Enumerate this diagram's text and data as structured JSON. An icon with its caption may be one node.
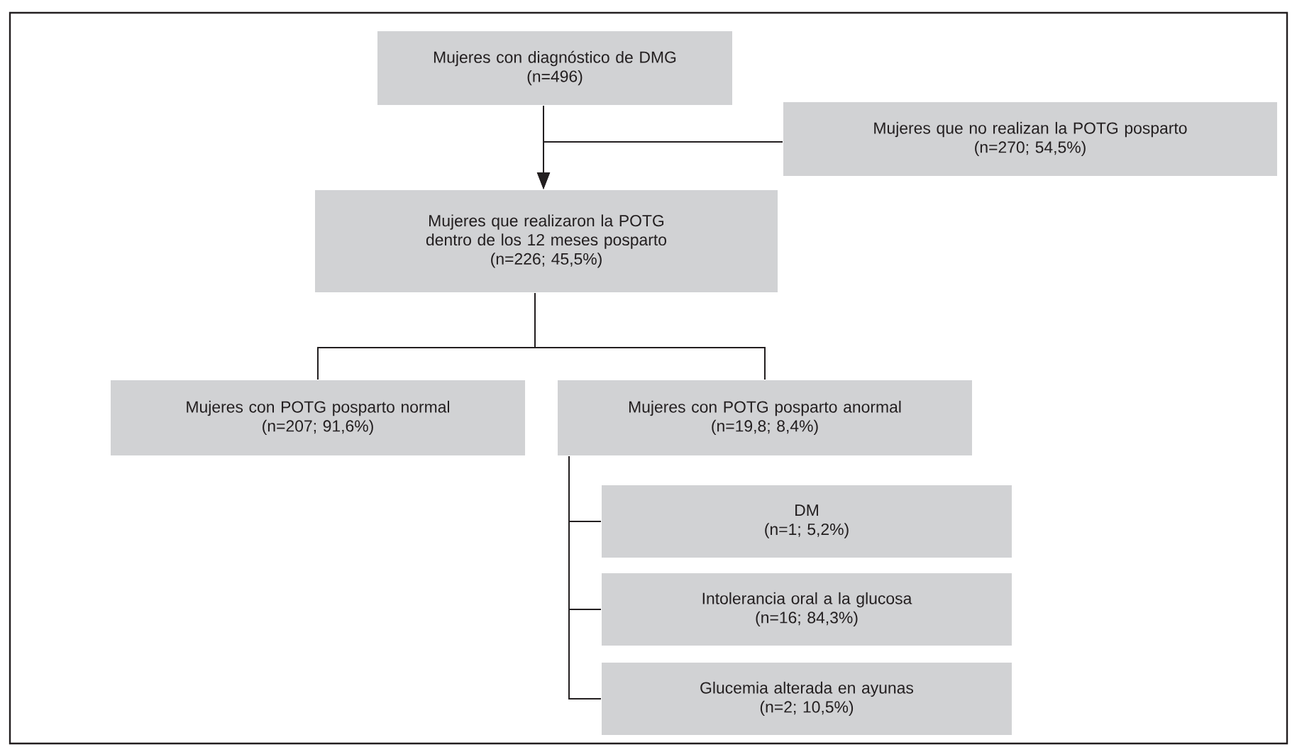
{
  "diagram": {
    "nodes": [
      {
        "text": [
          "Mujeres con diagnóstico de DMG",
          "(n=496)"
        ]
      },
      {
        "text": [
          "Mujeres que no realizan la POTG posparto",
          "(n=270; 54,5%)"
        ]
      },
      {
        "text": [
          "Mujeres que realizaron la POTG dentro de los 12 meses posparto",
          "(n=226; 45,5%)"
        ]
      },
      {
        "text": [
          "Mujeres con POTG posparto normal",
          "(n=207; 91,6%)"
        ]
      },
      {
        "text": [
          "Mujeres con POTG posparto anormal",
          "(n=19,8; 8,4%)"
        ]
      },
      {
        "text": [
          "DM",
          "(n=1; 5,2%)"
        ]
      },
      {
        "text": [
          "Intolerancia oral a la glucosa",
          "(n=16; 84,3%)"
        ]
      },
      {
        "text": [
          "Glucemia alterada en ayunas",
          "(n=2; 10,5%)"
        ]
      }
    ],
    "edges": [
      {
        "from": 0,
        "to": 2,
        "arrow": "to"
      },
      {
        "from": 1,
        "to": 2,
        "arrow": "to"
      },
      {
        "from": 2,
        "to": 3,
        "arrow": "none"
      },
      {
        "from": 2,
        "to": 4,
        "arrow": "none"
      },
      {
        "from": 4,
        "to": 5,
        "arrow": "none"
      },
      {
        "from": 4,
        "to": 6,
        "arrow": "none"
      },
      {
        "from": 4,
        "to": 7,
        "arrow": "none"
      }
    ]
  }
}
